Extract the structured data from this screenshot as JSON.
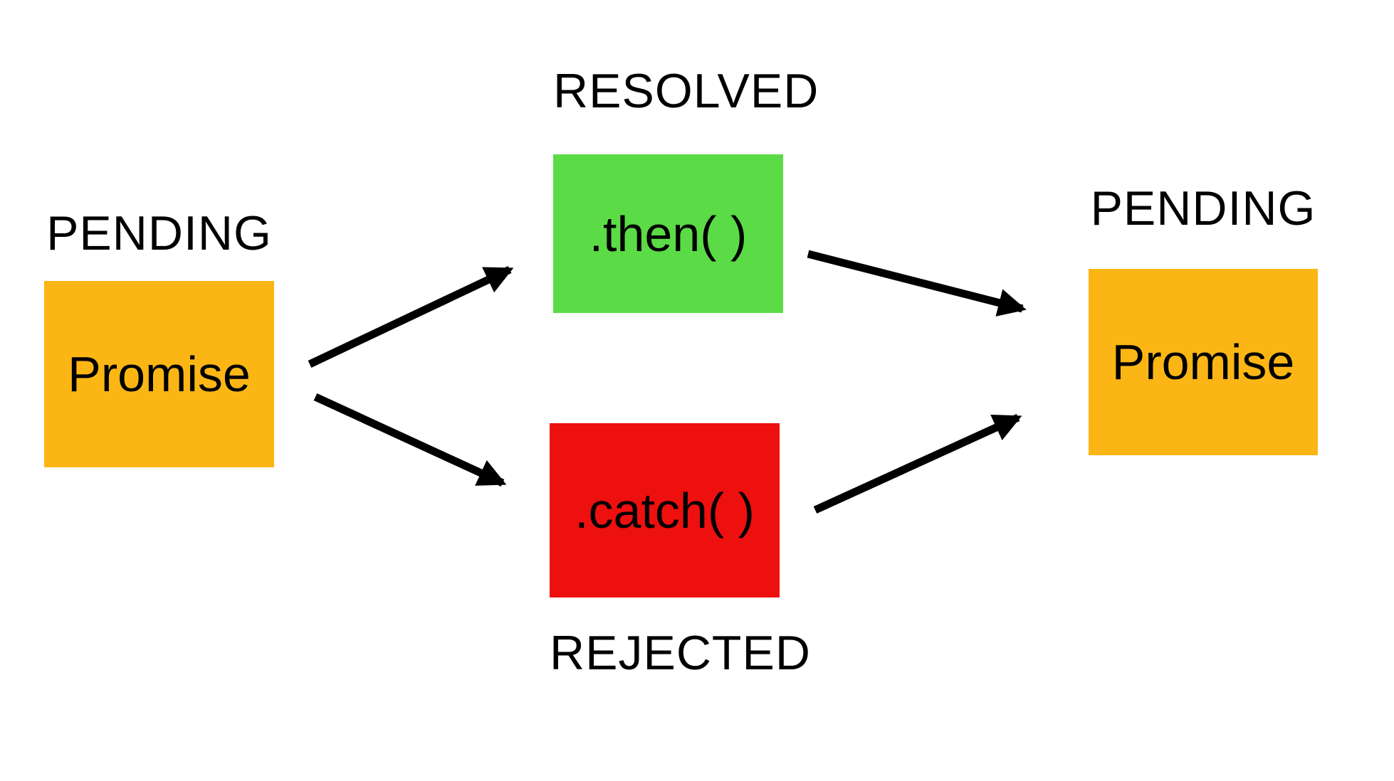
{
  "diagram": {
    "background": "#FFFFFF",
    "arrow_color": "#000000",
    "text_color": "#000000",
    "labels": [
      {
        "id": "pending-left",
        "text": "PENDING"
      },
      {
        "id": "resolved",
        "text": "RESOLVED"
      },
      {
        "id": "rejected",
        "text": "REJECTED"
      },
      {
        "id": "pending-right",
        "text": "PENDING"
      }
    ],
    "boxes": [
      {
        "id": "promise-left",
        "text": "Promise",
        "color": "#FBB615",
        "state": "PENDING"
      },
      {
        "id": "then",
        "text": ".then( )",
        "color": "#5BDB46",
        "state": "RESOLVED"
      },
      {
        "id": "catch",
        "text": ".catch( )",
        "color": "#EE0F0F",
        "state": "REJECTED"
      },
      {
        "id": "promise-right",
        "text": "Promise",
        "color": "#FBB615",
        "state": "PENDING"
      }
    ],
    "edges": [
      {
        "from": "promise-left",
        "to": "then"
      },
      {
        "from": "promise-left",
        "to": "catch"
      },
      {
        "from": "then",
        "to": "promise-right"
      },
      {
        "from": "catch",
        "to": "promise-right"
      }
    ]
  }
}
